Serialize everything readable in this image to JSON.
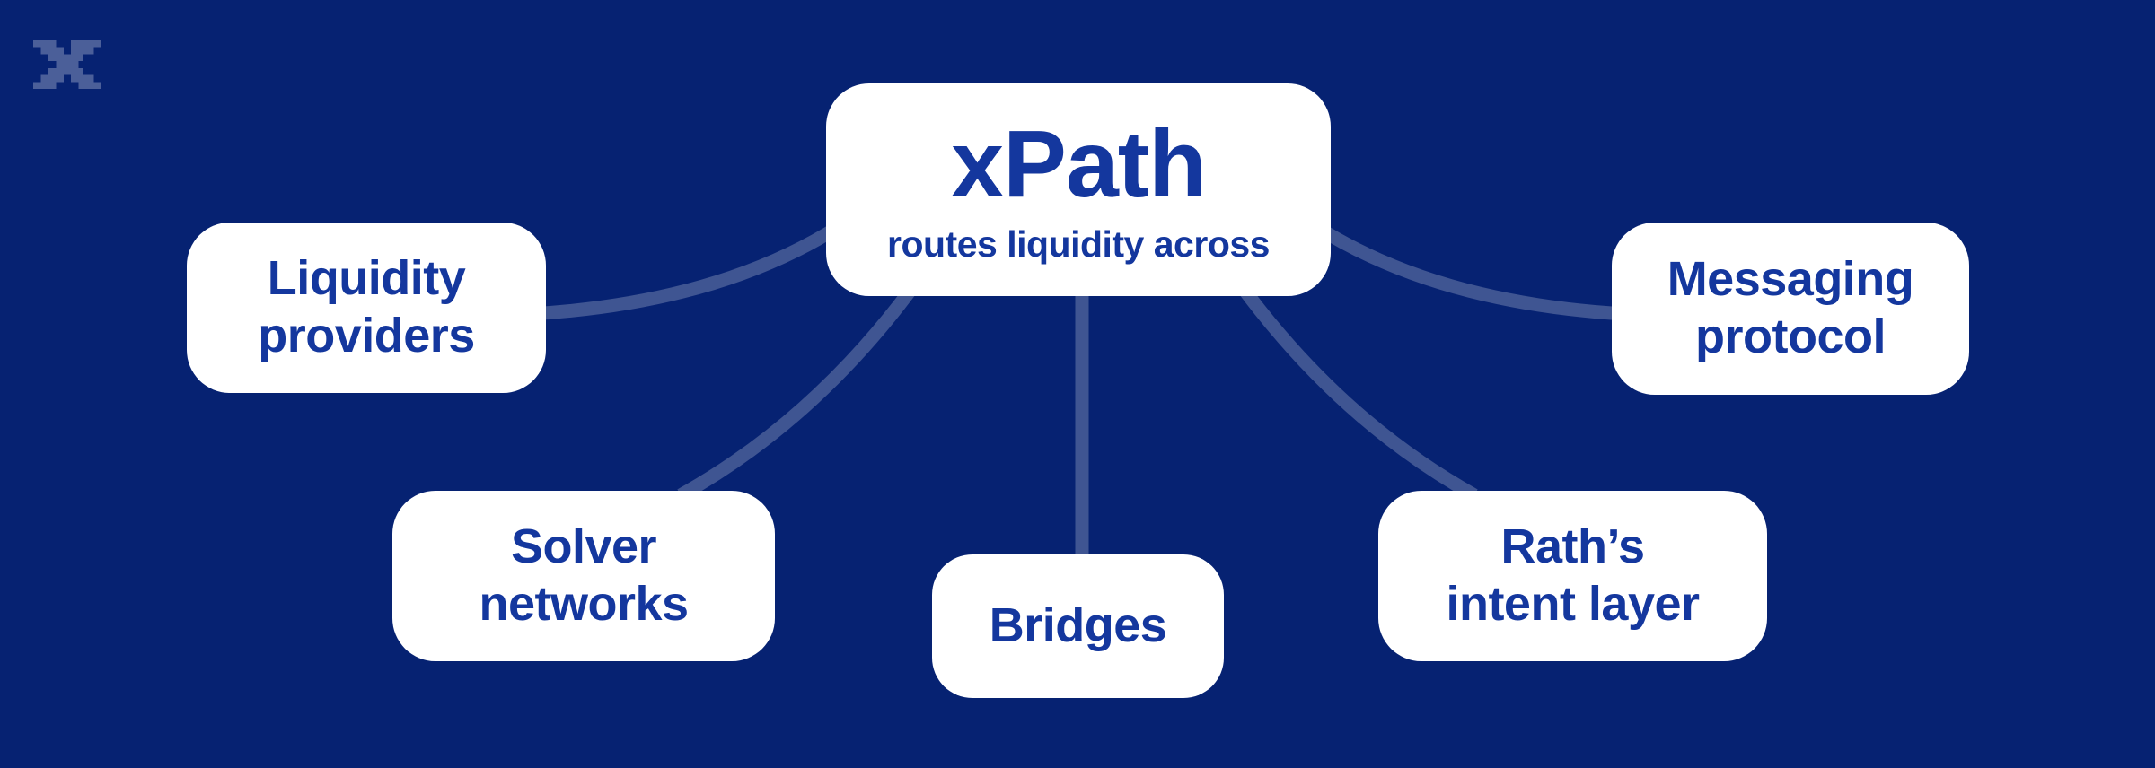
{
  "canvas": {
    "background_color": "#062272",
    "node_background_color": "#ffffff",
    "text_color": "#14379E",
    "connector_color": "rgba(255,255,255,0.23)",
    "logo_color": "rgba(255,255,255,0.28)"
  },
  "logo": {
    "icon": "pixel-x-icon"
  },
  "center_node": {
    "title": "xPath",
    "subtitle": "routes liquidity across"
  },
  "nodes": [
    {
      "id": "liquidity-providers",
      "line1": "Liquidity",
      "line2": "providers"
    },
    {
      "id": "solver-networks",
      "line1": "Solver",
      "line2": "networks"
    },
    {
      "id": "bridges",
      "line1": "Bridges",
      "line2": ""
    },
    {
      "id": "raths-intent-layer",
      "line1": "Rath’s",
      "line2": "intent layer"
    },
    {
      "id": "messaging-protocol",
      "line1": "Messaging",
      "line2": "protocol"
    }
  ]
}
